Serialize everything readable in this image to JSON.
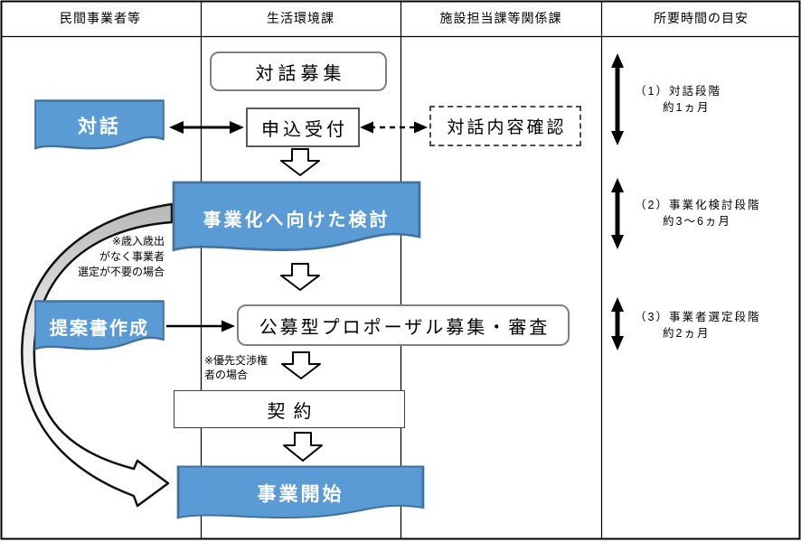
{
  "header": {
    "col1": "民間事業者等",
    "col2": "生活環境課",
    "col3": "施設担当課等関係課",
    "col4": "所要時間の目安"
  },
  "boxes": {
    "dialogue_recruitment": "対話募集",
    "application_reception": "申込受付",
    "dialogue": "対話",
    "dialogue_content_check": "対話内容確認",
    "business_study": "事業化へ向けた検討",
    "proposal_creation": "提案書作成",
    "proposal_review": "公募型プロポーザル募集・審査",
    "contract": "契約",
    "business_start": "事業開始"
  },
  "notes": {
    "no_selection": {
      "lines": [
        "※歳入歳出",
        "がなく事業者",
        "選定が不要の場合"
      ]
    },
    "priority": {
      "lines": [
        "※優先交渉権",
        "者の場合"
      ]
    }
  },
  "timeline": [
    {
      "label": "（1）対話段階",
      "duration": "約1ヵ月"
    },
    {
      "label": "（2）事業化検討段階",
      "duration": "約3～6ヵ月"
    },
    {
      "label": "（3）事業者選定段階",
      "duration": "約2ヵ月"
    }
  ],
  "colors": {
    "box_blue": "#5b9bd5",
    "box_blue_border": "#41719c",
    "gray_border": "#7f7f7f",
    "band_gray": "#b8b8b8",
    "line_black": "#000000"
  }
}
